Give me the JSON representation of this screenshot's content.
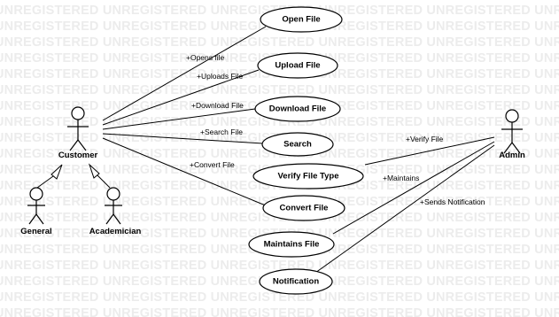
{
  "watermark": {
    "text": "UNREGISTERED UNREGISTERED UNREGISTERED UNREGISTERED UNREGISTERED UNREGISTERED UNREGISTERED UN"
  },
  "actors": {
    "customer": "Customer",
    "admin": "Admin",
    "general": "General",
    "academician": "Academician"
  },
  "use_cases": [
    "Open File",
    "Upload File",
    "Download File",
    "Search",
    "Verify File Type",
    "Convert File",
    "Maintains File",
    "Notification"
  ],
  "customer_associations": [
    "+Opens file",
    "+Uploads File",
    "+Download File",
    "+Search File",
    "+Convert File"
  ],
  "admin_associations": [
    "+Verify File",
    "+Maintains",
    "+Sends Notification"
  ]
}
